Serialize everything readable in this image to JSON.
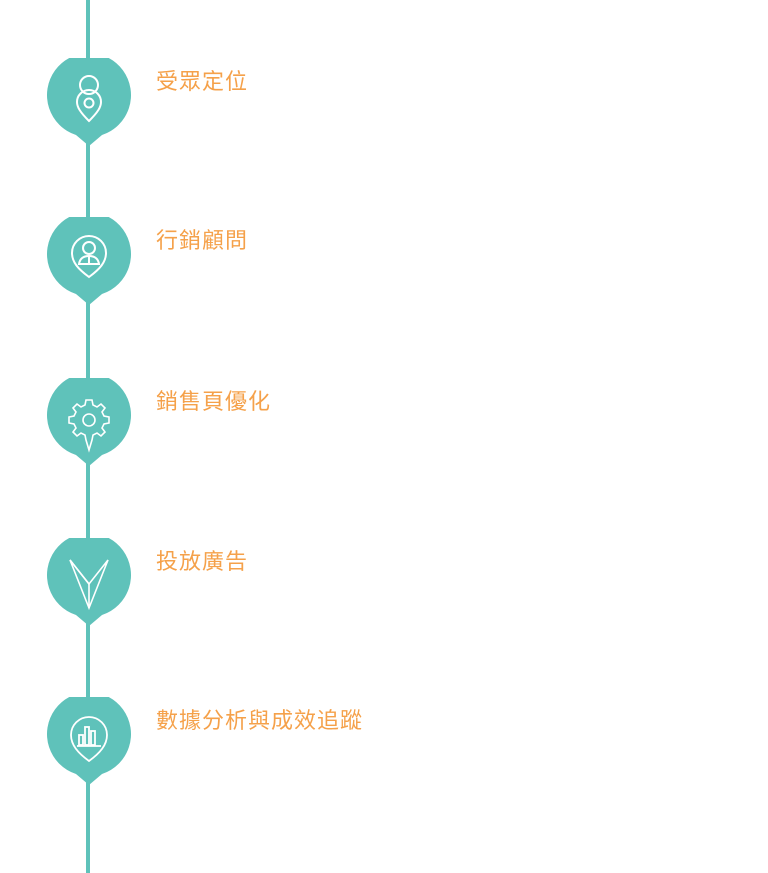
{
  "colors": {
    "accent": "#5fc2ba",
    "title": "#f5a14a",
    "icon_stroke": "#ffffff",
    "background": "#ffffff"
  },
  "steps": [
    {
      "title": "受眾定位",
      "description": "",
      "icon": "person-location-icon"
    },
    {
      "title": "行銷顧問",
      "description": "",
      "icon": "consultant-icon"
    },
    {
      "title": "銷售頁優化",
      "description": "",
      "icon": "gear-icon"
    },
    {
      "title": "投放廣告",
      "description": "",
      "icon": "paper-plane-icon"
    },
    {
      "title": "數據分析與成效追蹤",
      "description": "",
      "icon": "bar-chart-icon"
    }
  ]
}
